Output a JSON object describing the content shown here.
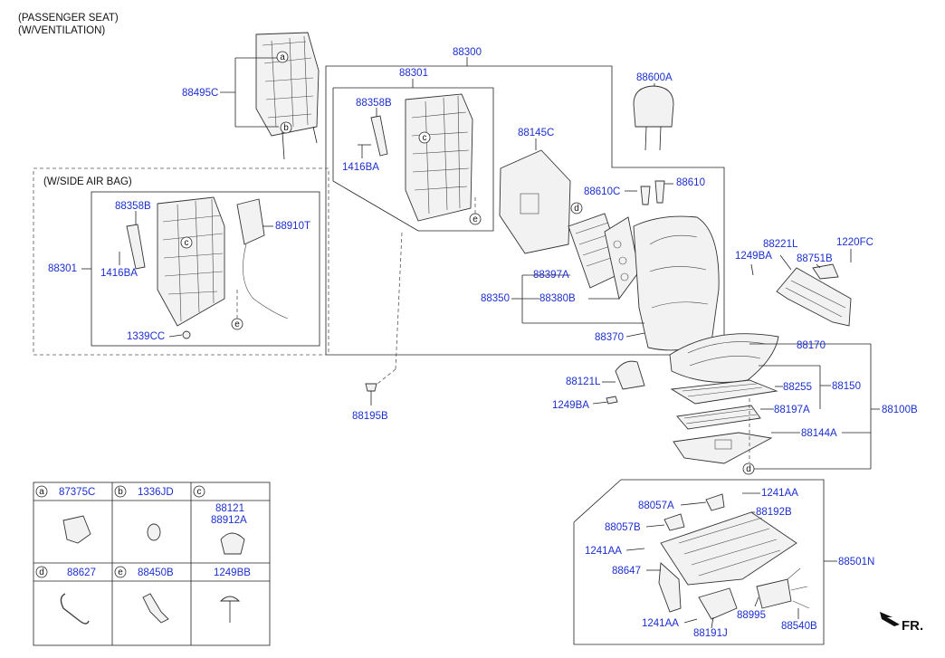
{
  "header": {
    "line1": "(PASSENGER SEAT)",
    "line2": "(W/VENTILATION)"
  },
  "side_airbag_label": "(W/SIDE AIR BAG)",
  "fr_label": "FR.",
  "part_labels": {
    "p88300": "88300",
    "p88301_top": "88301",
    "p88358B_top": "88358B",
    "p1416BA_top": "1416BA",
    "p88495C": "88495C",
    "p88600A": "88600A",
    "p88145C": "88145C",
    "p88610C": "88610C",
    "p88610": "88610",
    "p88358B_sab": "88358B",
    "p88910T": "88910T",
    "p88301_sab": "88301",
    "p1416BA_sab": "1416BA",
    "p1339CC": "1339CC",
    "p88221L": "88221L",
    "p1220FC": "1220FC",
    "p1249BA_r": "1249BA",
    "p88751B": "88751B",
    "p88397A": "88397A",
    "p88350": "88350",
    "p88380B": "88380B",
    "p88370": "88370",
    "p88170": "88170",
    "p88121L": "88121L",
    "p88255": "88255",
    "p88150": "88150",
    "p1249BA_m": "1249BA",
    "p88197A": "88197A",
    "p88100B": "88100B",
    "p88195B": "88195B",
    "p88144A": "88144A",
    "p88057A": "88057A",
    "p1241AA_a": "1241AA",
    "p88192B": "88192B",
    "p88057B": "88057B",
    "p1241AA_b": "1241AA",
    "p88501N": "88501N",
    "p88647": "88647",
    "p88995": "88995",
    "p1241AA_c": "1241AA",
    "p88540B": "88540B",
    "p88191J": "88191J"
  },
  "callouts": {
    "a": "a",
    "b": "b",
    "c": "c",
    "d": "d",
    "e": "e"
  },
  "legend": {
    "a": {
      "letter": "a",
      "part": "87375C"
    },
    "b": {
      "letter": "b",
      "part": "1336JD"
    },
    "c": {
      "letter": "c",
      "part1": "88121",
      "part2": "88912A"
    },
    "d": {
      "letter": "d",
      "part": "88627"
    },
    "e": {
      "letter": "e",
      "part": "88450B"
    },
    "f": {
      "part": "1249BB"
    }
  },
  "colors": {
    "part_number": "#1a2fd0",
    "text": "#111111",
    "line": "#222222"
  }
}
